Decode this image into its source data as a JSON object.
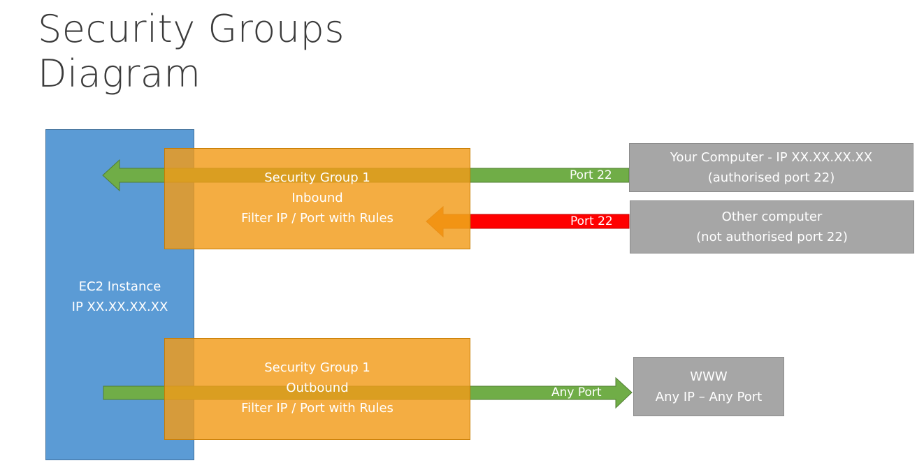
{
  "title": {
    "line1": "Security Groups",
    "line2": "Diagram"
  },
  "ec2": {
    "line1": "EC2 Instance",
    "line2": "IP XX.XX.XX.XX"
  },
  "inbound_group": {
    "line1": "Security Group 1",
    "line2": "Inbound",
    "line3": "Filter IP / Port with Rules"
  },
  "outbound_group": {
    "line1": "Security Group 1",
    "line2": "Outbound",
    "line3": "Filter IP / Port with Rules"
  },
  "arrows": {
    "authorised_label": "Port 22",
    "blocked_label": "Port 22",
    "outbound_label": "Any Port"
  },
  "hosts": {
    "your_computer": {
      "line1": "Your Computer - IP XX.XX.XX.XX",
      "line2": "(authorised port 22)"
    },
    "other_computer": {
      "line1": "Other computer",
      "line2": "(not authorised port 22)"
    },
    "www": {
      "line1": "WWW",
      "line2": "Any IP – Any Port"
    }
  },
  "colors": {
    "ec2": "#5b9bd5",
    "security_group": "#f29b19",
    "allowed_arrow": "#70ad47",
    "blocked_arrow": "#ff0000",
    "blocked_arrow_head": "#f27300",
    "host": "#a6a6a6"
  }
}
